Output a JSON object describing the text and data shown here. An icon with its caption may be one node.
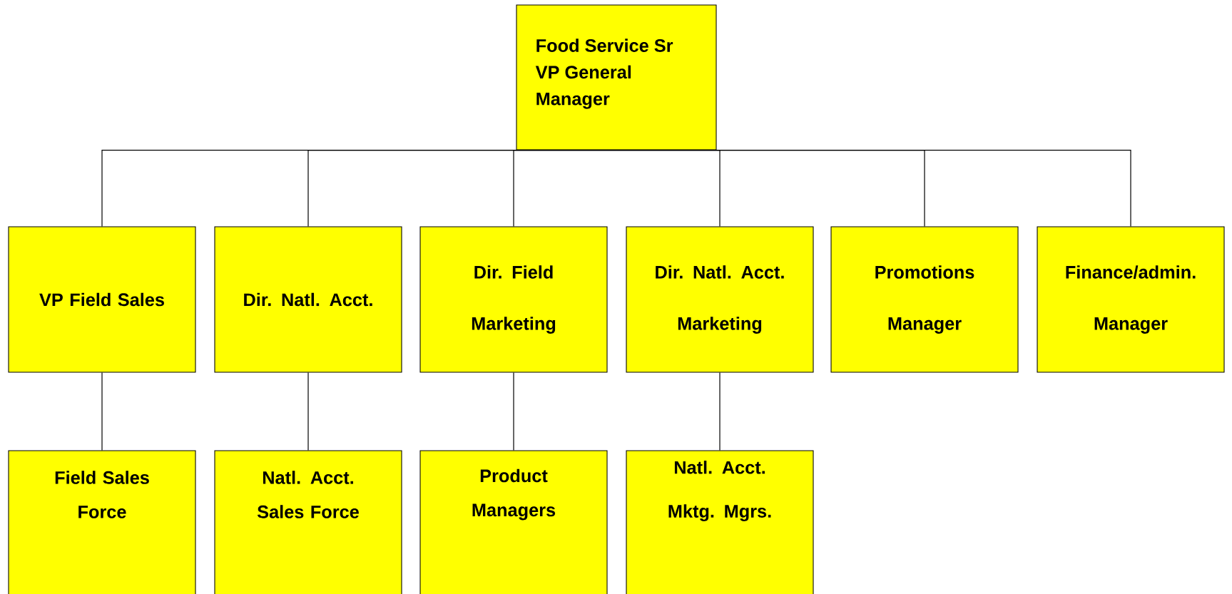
{
  "diagram": {
    "nodes": [
      {
        "text": [
          "Food Service Sr VP General Manager"
        ]
      },
      {
        "text": [
          "VP Field Sales"
        ]
      },
      {
        "text": [
          "Dir. Natl. Acct."
        ]
      },
      {
        "text": [
          "Dir. Field Marketing"
        ]
      },
      {
        "text": [
          "Dir. Natl. Acct. Marketing"
        ]
      },
      {
        "text": [
          "Promotions Manager"
        ]
      },
      {
        "text": [
          "Finance/admin. Manager"
        ]
      },
      {
        "text": [
          "Field Sales Force"
        ]
      },
      {
        "text": [
          "Natl. Acct. Sales Force"
        ]
      },
      {
        "text": [
          "Product Managers"
        ]
      },
      {
        "text": [
          "Natl. Acct. Mktg. Mgrs."
        ]
      }
    ],
    "edges": [
      {
        "from": 0,
        "to": 1,
        "arrow": "none"
      },
      {
        "from": 0,
        "to": 2,
        "arrow": "none"
      },
      {
        "from": 0,
        "to": 3,
        "arrow": "none"
      },
      {
        "from": 0,
        "to": 4,
        "arrow": "none"
      },
      {
        "from": 0,
        "to": 5,
        "arrow": "none"
      },
      {
        "from": 0,
        "to": 6,
        "arrow": "none"
      },
      {
        "from": 1,
        "to": 7,
        "arrow": "none"
      },
      {
        "from": 2,
        "to": 8,
        "arrow": "none"
      },
      {
        "from": 3,
        "to": 9,
        "arrow": "none"
      },
      {
        "from": 4,
        "to": 10,
        "arrow": "none"
      }
    ]
  }
}
